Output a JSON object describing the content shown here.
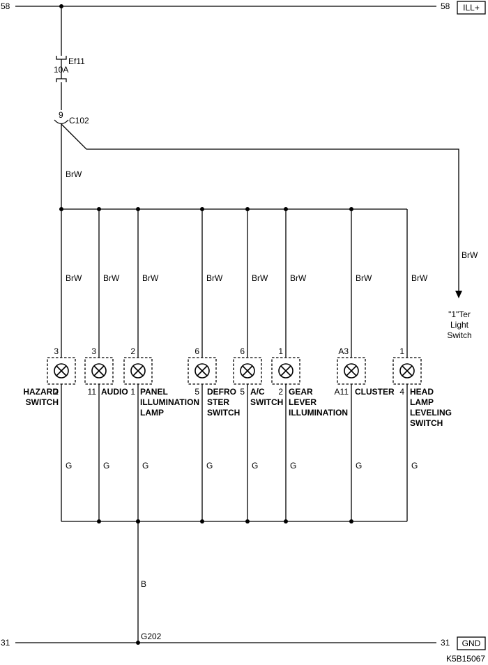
{
  "rails": {
    "top": {
      "left_num": "58",
      "right_num": "58",
      "label": "ILL+"
    },
    "bottom": {
      "left_num": "31",
      "right_num": "31",
      "label": "GND"
    }
  },
  "fuse": {
    "name": "Ef11",
    "rating": "10A"
  },
  "connector": {
    "pin": "9",
    "name": "C102"
  },
  "wire_main": "BrW",
  "branch": {
    "wire": "BrW",
    "dest": [
      "\"1\"Ter",
      "Light",
      "Switch"
    ]
  },
  "lamps": [
    {
      "pin_top": "3",
      "pin_bot": "2",
      "wire_top": "BrW",
      "wire_bot": "G",
      "label": [
        "HAZARD",
        "SWITCH"
      ]
    },
    {
      "pin_top": "3",
      "pin_bot": "11",
      "wire_top": "BrW",
      "wire_bot": "G",
      "label": [
        "AUDIO"
      ]
    },
    {
      "pin_top": "2",
      "pin_bot": "1",
      "wire_top": "BrW",
      "wire_bot": "G",
      "label": [
        "PANEL",
        "ILLUMINATION",
        "LAMP"
      ]
    },
    {
      "pin_top": "6",
      "pin_bot": "5",
      "wire_top": "BrW",
      "wire_bot": "G",
      "label": [
        "DEFRO",
        "STER",
        "SWITCH"
      ]
    },
    {
      "pin_top": "6",
      "pin_bot": "5",
      "wire_top": "BrW",
      "wire_bot": "G",
      "label": [
        "A/C",
        "SWITCH"
      ]
    },
    {
      "pin_top": "1",
      "pin_bot": "2",
      "wire_top": "BrW",
      "wire_bot": "G",
      "label": [
        "GEAR",
        "LEVER",
        "ILLUMINATION"
      ]
    },
    {
      "pin_top": "A3",
      "pin_bot": "A11",
      "wire_top": "BrW",
      "wire_bot": "G",
      "label": [
        "CLUSTER"
      ]
    },
    {
      "pin_top": "1",
      "pin_bot": "4",
      "wire_top": "BrW",
      "wire_bot": "G",
      "label": [
        "HEAD",
        "LAMP",
        "LEVELING",
        "SWITCH"
      ]
    }
  ],
  "ground_wire": "B",
  "ground_point": "G202",
  "figure_id": "K5B15067"
}
